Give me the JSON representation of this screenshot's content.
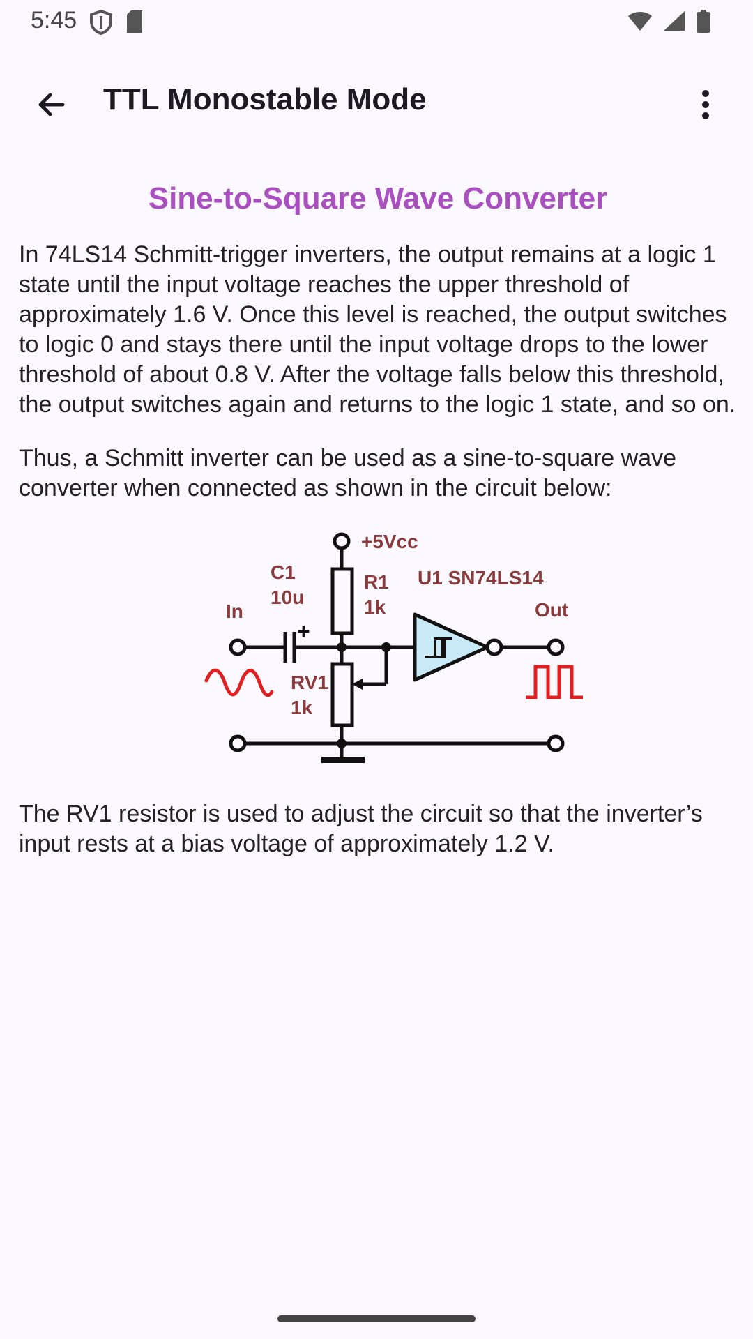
{
  "status_bar": {
    "time": "5:45",
    "icons_left": [
      "shield-icon",
      "sd-card-icon"
    ],
    "icons_right": [
      "wifi-icon",
      "signal-icon",
      "battery-icon"
    ]
  },
  "app_bar": {
    "title": "TTL Monostable Mode",
    "back_icon": "arrow-back-icon",
    "more_icon": "more-vert-icon"
  },
  "section": {
    "title": "Sine-to-Square Wave Converter",
    "paragraph1": "In 74LS14 Schmitt-trigger inverters, the output remains at a logic 1 state until the input voltage reaches the upper threshold of approximately 1.6 V. Once this level is reached, the output switches to logic 0 and stays there until the input voltage drops to the lower threshold of about 0.8 V. After the voltage falls below this threshold, the output switches again and returns to the logic 1 state, and so on.",
    "paragraph2": "Thus, a Schmitt inverter can be used as a sine-to-square wave converter when connected as shown in the circuit below:",
    "paragraph3": "The RV1 resistor is used to adjust the circuit so that the inverter’s input rests at a bias voltage of approximately 1.2 V."
  },
  "diagram": {
    "vcc_label": "+5Vcc",
    "c1_label": "C1",
    "c1_value": "10u",
    "r1_label": "R1",
    "r1_value": "1k",
    "u1_label": "U1 SN74LS14",
    "in_label": "In",
    "out_label": "Out",
    "rv1_label": "RV1",
    "rv1_value": "1k",
    "plus_sign": "+",
    "wire_color": "#111111",
    "label_color": "#8a3a3a",
    "wave_color": "#e02020",
    "inverter_fill": "#c8eaf6"
  }
}
